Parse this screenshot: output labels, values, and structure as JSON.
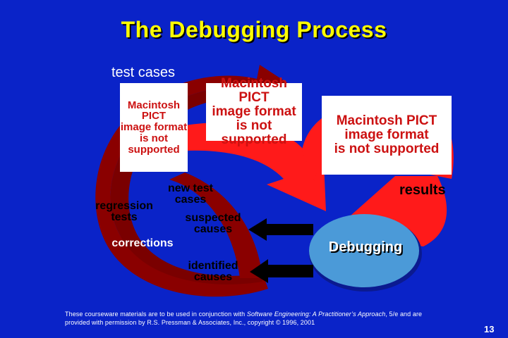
{
  "title": "The Debugging Process",
  "diagram": {
    "test_cases_label": "test cases",
    "pict_placeholder_1": "Macintosh PICT\nimage format\nis not supported",
    "pict_placeholder_2": "Macintosh PICT\nimage format\nis not supported",
    "pict_placeholder_3": "Macintosh PICT\nimage format\nis not supported",
    "new_test_cases": "new test cases",
    "regression_tests": "regression tests",
    "suspected_causes": "suspected causes",
    "corrections": "corrections",
    "identified_causes": "identified causes",
    "results": "results",
    "debugging": "Debugging"
  },
  "footer": {
    "line1_prefix": "These courseware materials are to be used in conjunction with ",
    "book_title": "Software Engineering: A Practitioner’s Approach",
    "line1_suffix": ", 5/e and are",
    "line2": "provided with permission by R.S. Pressman & Associates, Inc., copyright © 1996, 2001"
  },
  "page_number": "13",
  "colors": {
    "background": "#0a23c8",
    "title": "#ffff00",
    "cycle_dark_red": "#8a0000",
    "flow_red": "#ff1a1a",
    "debugging_ellipse": "#4b9ad8"
  }
}
